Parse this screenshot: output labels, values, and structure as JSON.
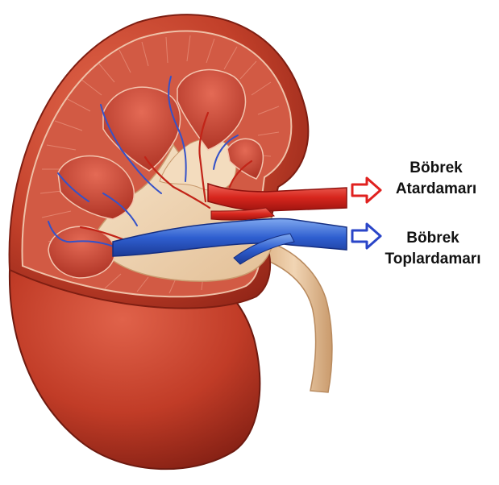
{
  "labels": {
    "renal_artery": {
      "line1": "Böbrek",
      "line2": "Atardamarı"
    },
    "renal_vein": {
      "line1": "Böbrek",
      "line2": "Toplardamarı"
    }
  },
  "colors": {
    "artery": "#e0211f",
    "vein": "#2a45c8",
    "kidney_outer": "#b8321f",
    "kidney_cortex": "#d7563f",
    "renal_pelvis": "#f1d5b4",
    "ureter": "#e6c39b"
  },
  "icons": {
    "artery_arrow": "arrow-right-outline-icon",
    "vein_arrow": "arrow-right-outline-icon"
  }
}
